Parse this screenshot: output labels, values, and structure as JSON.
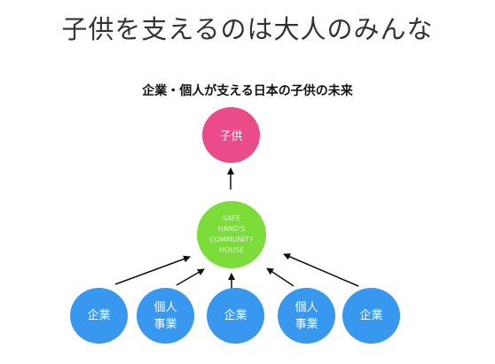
{
  "title": "子供を支えるのは大人のみんな",
  "subtitle": "企業・個人が支える日本の子供の未来",
  "nodes": {
    "child": "子供",
    "hub_lines": [
      "SAFE",
      "HAND'S",
      "COMMUNITY",
      "HOUSE"
    ],
    "sources": [
      {
        "lines": [
          "企業"
        ]
      },
      {
        "lines": [
          "個人",
          "事業"
        ]
      },
      {
        "lines": [
          "企業"
        ]
      },
      {
        "lines": [
          "個人",
          "事業"
        ]
      },
      {
        "lines": [
          "企業"
        ]
      }
    ]
  },
  "colors": {
    "child": "#ec4b89",
    "hub": "#7bdc3a",
    "source": "#3898ef",
    "arrow": "#111111"
  }
}
